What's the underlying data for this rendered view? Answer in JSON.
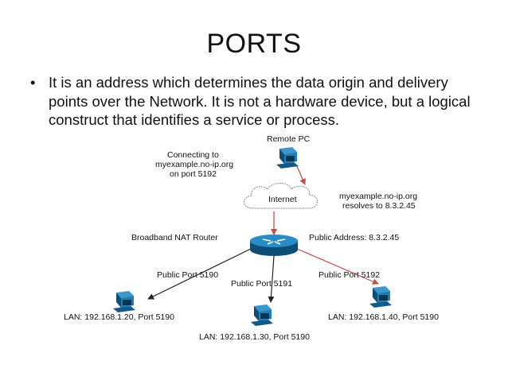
{
  "slide": {
    "title": "PORTS",
    "bullet_symbol": "•",
    "bullet_text": "It is an address which determines the data origin and delivery points over the Network. It is not a hardware device, but a logical construct that identifies a service or process."
  },
  "diagram": {
    "remote_pc_label": "Remote PC",
    "connecting_note": [
      "Connecting to",
      "myexample.no-ip.org",
      "on port 5192"
    ],
    "internet_label": "Internet",
    "resolves_note": [
      "myexample.no-ip.org",
      "resolves to 8.3.2.45"
    ],
    "router_label": "Broadband  NAT Router",
    "public_address_label": "Public Address: 8.3.2.45",
    "port_labels": [
      "Public Port 5190",
      "Public Port 5191",
      "Public Port 5192"
    ],
    "lan_labels": [
      "LAN: 192.168.1.20, Port 5190",
      "LAN: 192.168.1.30, Port 5190",
      "LAN: 192.168.1.40, Port 5190"
    ],
    "colors": {
      "device_blue": "#1d7fb6",
      "device_dark": "#0d4e78",
      "arrow_red": "#c0504d",
      "arrow_dark": "#222222",
      "cloud_outline": "#8a8a8a"
    },
    "icons": [
      "computer-icon",
      "cloud-icon",
      "router-icon"
    ]
  }
}
